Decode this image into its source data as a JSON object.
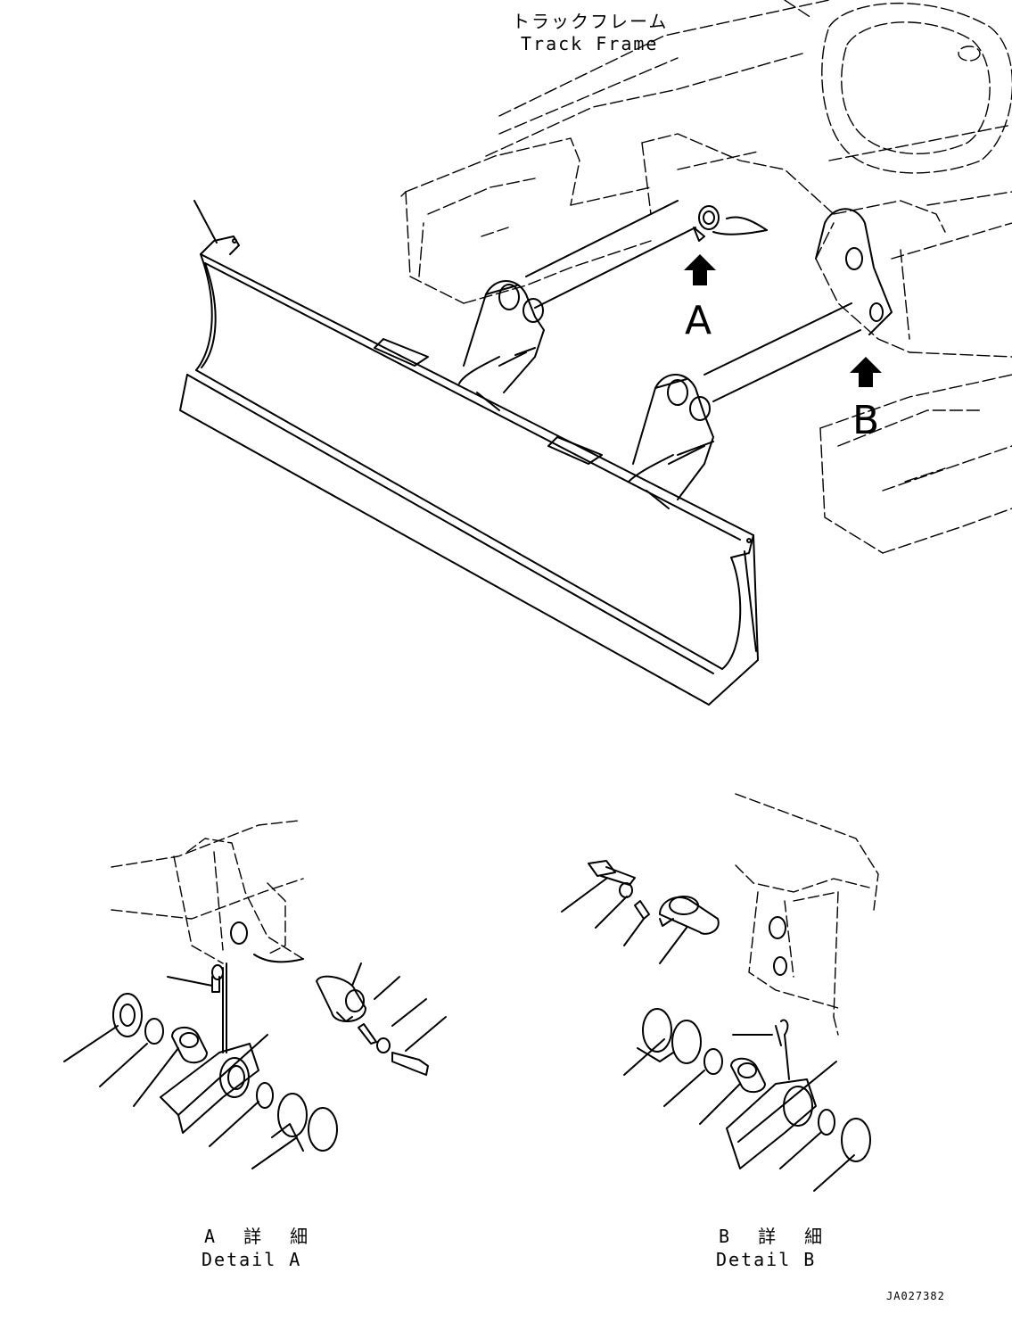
{
  "labels": {
    "frame_ja": "トラックフレーム",
    "frame_en": "Track Frame",
    "arrow_a": "A",
    "arrow_b": "B",
    "detail_a_ja": "A 詳 細",
    "detail_a_en": "Detail A",
    "detail_b_ja": "B 詳 細",
    "detail_b_en": "Detail B",
    "drawing_code": "JA027382"
  }
}
